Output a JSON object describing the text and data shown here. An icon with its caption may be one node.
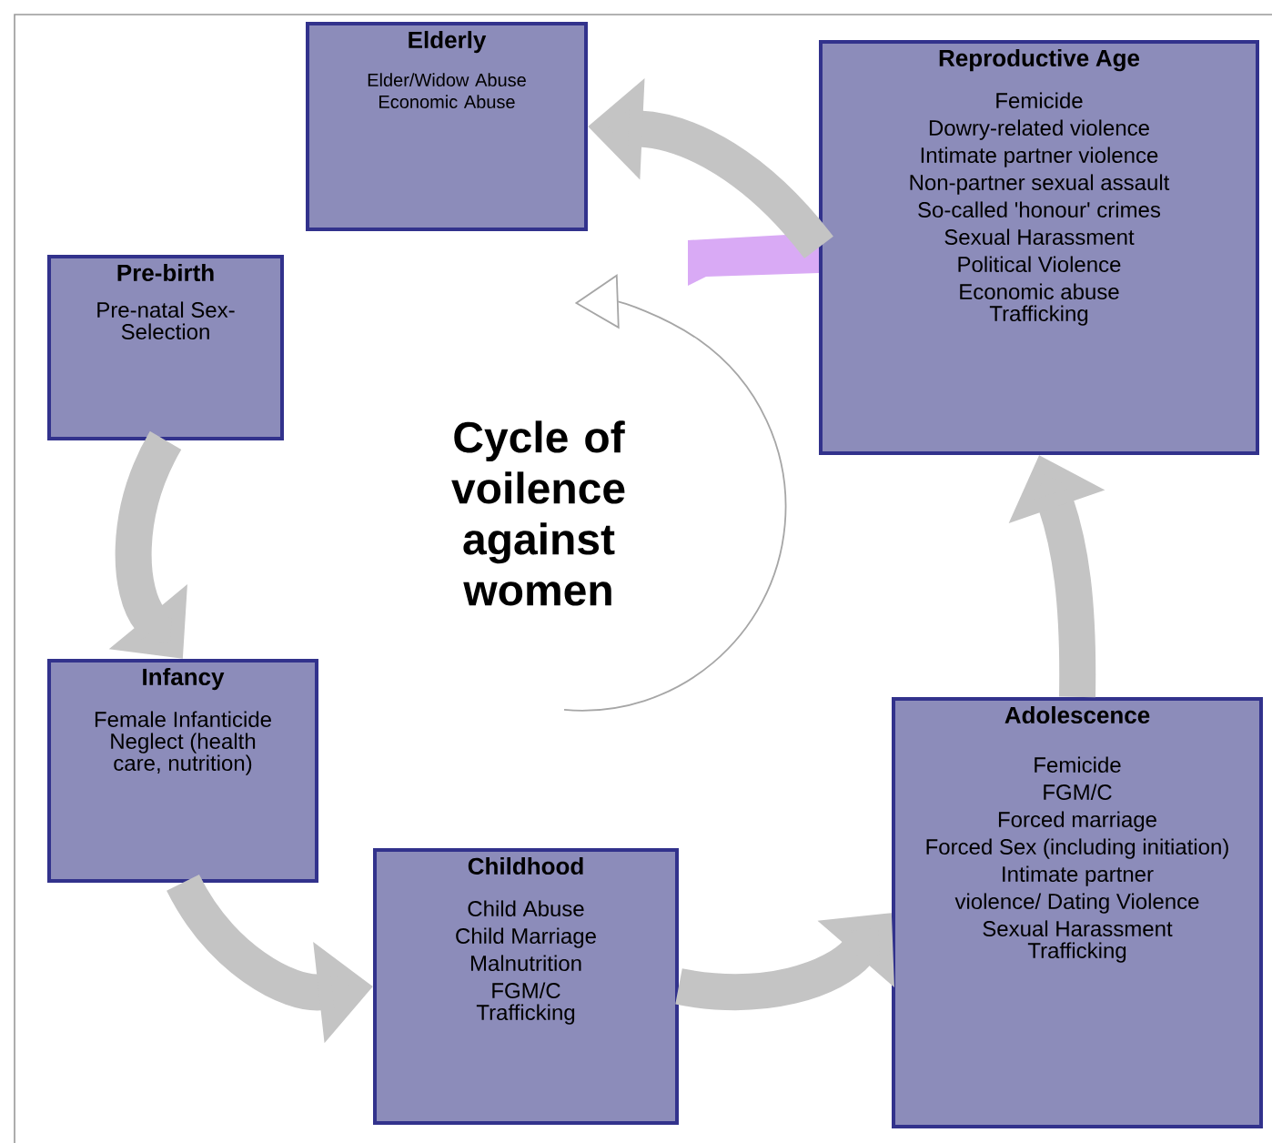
{
  "diagram": {
    "nodes": [
      {
        "text": [
          "Elderly",
          "Elder/Widow Abuse",
          "Economic Abuse"
        ]
      },
      {
        "text": [
          "Reproductive Age",
          "Femicide",
          "Dowry-related violence",
          "Intimate partner violence",
          "Non-partner sexual assault",
          "So-called 'honour' crimes",
          "Sexual Harassment",
          "Political Violence",
          "Economic abuse",
          "Trafficking"
        ]
      },
      {
        "text": [
          "Pre-birth",
          "Pre-natal Sex-Selection"
        ]
      },
      {
        "text": [
          "Infancy",
          "Female Infanticide",
          "Neglect (health care, nutrition)"
        ]
      },
      {
        "text": [
          "Childhood",
          "Child Abuse",
          "Child Marriage",
          "Malnutrition",
          "FGM/C",
          "Trafficking"
        ]
      },
      {
        "text": [
          "Adolescence",
          "Femicide",
          "FGM/C",
          "Forced marriage",
          "Forced Sex (including initiation)",
          "Intimate partner violence/ Dating Violence",
          "Sexual Harassment",
          "Trafficking"
        ]
      }
    ],
    "edges": [
      {
        "from": 2,
        "to": 3,
        "arrow": "to"
      },
      {
        "from": 3,
        "to": 4,
        "arrow": "to"
      },
      {
        "from": 4,
        "to": 5,
        "arrow": "to"
      },
      {
        "from": 5,
        "to": 1,
        "arrow": "to"
      },
      {
        "from": 1,
        "to": 0,
        "arrow": "to"
      }
    ],
    "labels": [
      "Cycle of voilence against women"
    ]
  }
}
